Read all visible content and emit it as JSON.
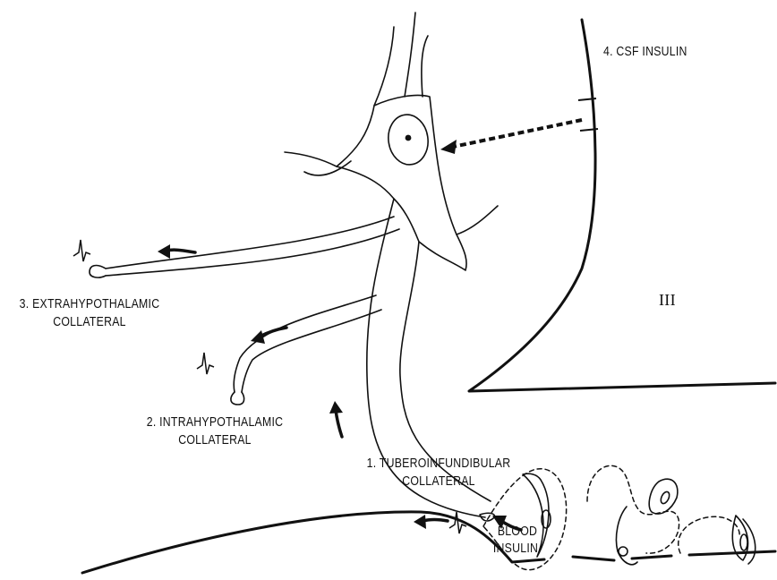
{
  "labels": {
    "csf": "4.  CSF INSULIN",
    "extra_line1": "3. EXTRAHYPOTHALAMIC",
    "extra_line2": "COLLATERAL",
    "intra_line1": "2. INTRAHYPOTHALAMIC",
    "intra_line2": "COLLATERAL",
    "tubero_line1": "1. TUBEROINFUNDIBULAR",
    "tubero_line2": "COLLATERAL",
    "blood_line1": "BLOOD",
    "blood_line2": "INSULIN",
    "ventricle": "III"
  },
  "colors": {
    "ink": "#111111",
    "background": "#ffffff"
  }
}
